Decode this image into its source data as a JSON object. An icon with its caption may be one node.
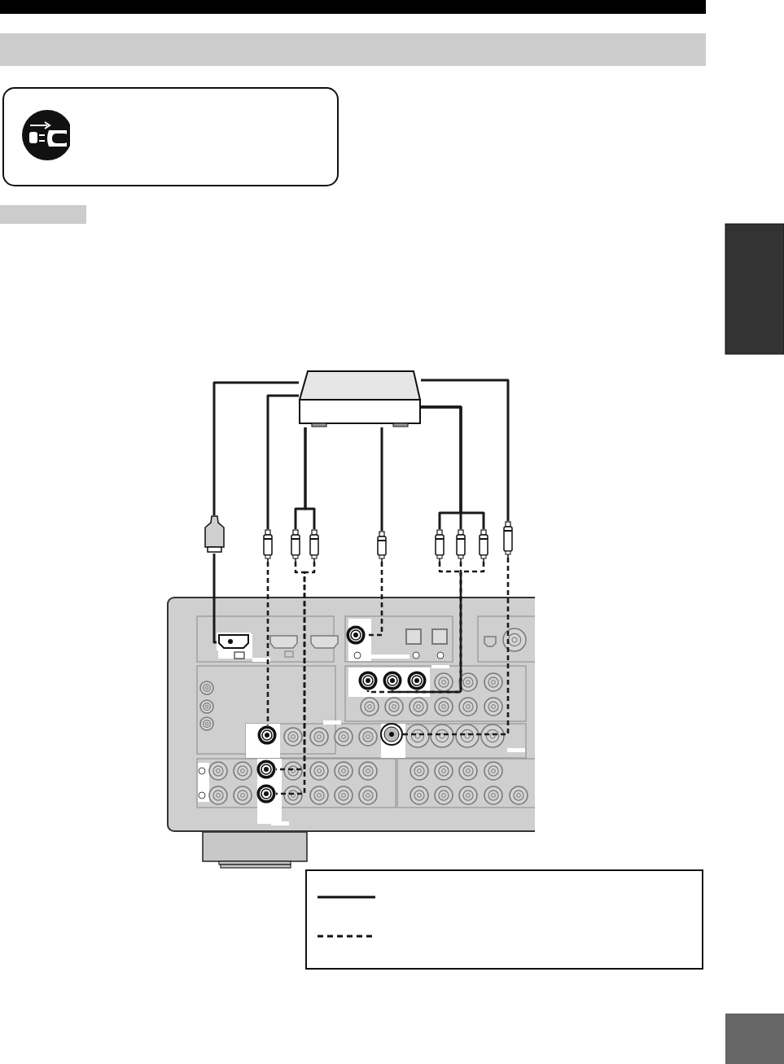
{
  "diagram": {
    "nodes": [
      {
        "text": [],
        "shape": "box"
      },
      {
        "text": [],
        "shape": "panel"
      },
      {
        "text": [],
        "shape": "plug"
      },
      {
        "text": [],
        "shape": "plug"
      },
      {
        "text": [],
        "shape": "plug"
      },
      {
        "text": [],
        "shape": "plug"
      },
      {
        "text": [],
        "shape": "plug"
      },
      {
        "text": [],
        "shape": "plug"
      },
      {
        "text": [],
        "shape": "plug"
      },
      {
        "text": [],
        "shape": "plug"
      },
      {
        "text": [],
        "shape": "plug"
      },
      {
        "text": [],
        "shape": "jack",
        "in": 1
      },
      {
        "text": [],
        "shape": "jack",
        "in": 1
      },
      {
        "text": [],
        "shape": "jack",
        "in": 1
      },
      {
        "text": [],
        "shape": "jack",
        "in": 1
      },
      {
        "text": [],
        "shape": "jack",
        "in": 1
      },
      {
        "text": [],
        "shape": "jack",
        "in": 1
      },
      {
        "text": [],
        "shape": "jack",
        "in": 1
      },
      {
        "text": [],
        "shape": "jack",
        "in": 1
      },
      {
        "text": [],
        "shape": "jack",
        "in": 1
      }
    ],
    "edges": [
      {
        "from": 0,
        "to": 2,
        "arrow": "none"
      },
      {
        "from": 0,
        "to": 3,
        "arrow": "none"
      },
      {
        "from": 0,
        "to": 4,
        "arrow": "none"
      },
      {
        "from": 0,
        "to": 5,
        "arrow": "none"
      },
      {
        "from": 0,
        "to": 6,
        "arrow": "none"
      },
      {
        "from": 0,
        "to": 7,
        "arrow": "none"
      },
      {
        "from": 0,
        "to": 8,
        "arrow": "none"
      },
      {
        "from": 0,
        "to": 9,
        "arrow": "none"
      },
      {
        "from": 0,
        "to": 10,
        "arrow": "none"
      },
      {
        "from": 2,
        "to": 11,
        "arrow": "none"
      },
      {
        "from": 3,
        "to": 12,
        "arrow": "none",
        "style": "dashed"
      },
      {
        "from": 4,
        "to": 13,
        "arrow": "none",
        "style": "dashed"
      },
      {
        "from": 5,
        "to": 14,
        "arrow": "none",
        "style": "dashed"
      },
      {
        "from": 6,
        "to": 18,
        "arrow": "none",
        "style": "dashed"
      },
      {
        "from": 7,
        "to": 15,
        "arrow": "none",
        "style": "dashed"
      },
      {
        "from": 8,
        "to": 16,
        "arrow": "none",
        "style": "dashed"
      },
      {
        "from": 9,
        "to": 17,
        "arrow": "none",
        "style": "dashed"
      },
      {
        "from": 10,
        "to": 19,
        "arrow": "none",
        "style": "dashed"
      }
    ]
  }
}
